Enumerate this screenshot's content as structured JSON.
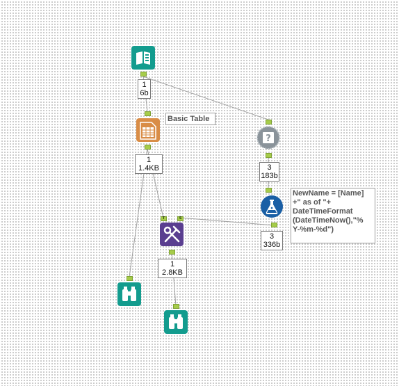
{
  "canvas": {
    "background": "#ffffff",
    "grid_dot_color": "#8a8a8a",
    "wire_color": "#a0a0a0"
  },
  "tools": [
    {
      "id": "input",
      "icon": "input-data-book-icon",
      "color": "#139c8e"
    },
    {
      "id": "text_input",
      "icon": "text-input-table-icon",
      "color": "#d98d47"
    },
    {
      "id": "dynamic_input",
      "icon": "dynamic-input-question-icon",
      "color": "#8a939a"
    },
    {
      "id": "formula",
      "icon": "formula-flask-icon",
      "color": "#1a5fa5"
    },
    {
      "id": "append_fields",
      "icon": "append-fields-icon",
      "color": "#5a3e90"
    },
    {
      "id": "browse_1",
      "icon": "browse-binoculars-icon",
      "color": "#139c8e"
    },
    {
      "id": "browse_2",
      "icon": "browse-binoculars-icon",
      "color": "#139c8e"
    }
  ],
  "records": {
    "input": {
      "count": "1",
      "size": "6b"
    },
    "text_input": {
      "count": "1",
      "size": "1.4KB"
    },
    "dynamic_input": {
      "count": "3",
      "size": "183b"
    },
    "formula": {
      "count": "3",
      "size": "336b"
    },
    "append_fields": {
      "count": "1",
      "size": "2.8KB"
    }
  },
  "anchors": {
    "target": "T",
    "source": "S"
  },
  "comments": {
    "basic_table": "Basic Table",
    "formula": "NewName = [Name]\n+\" as of \"+\nDateTimeFormat\n(DateTimeNow(),\"%\nY-%m-%d\")"
  }
}
